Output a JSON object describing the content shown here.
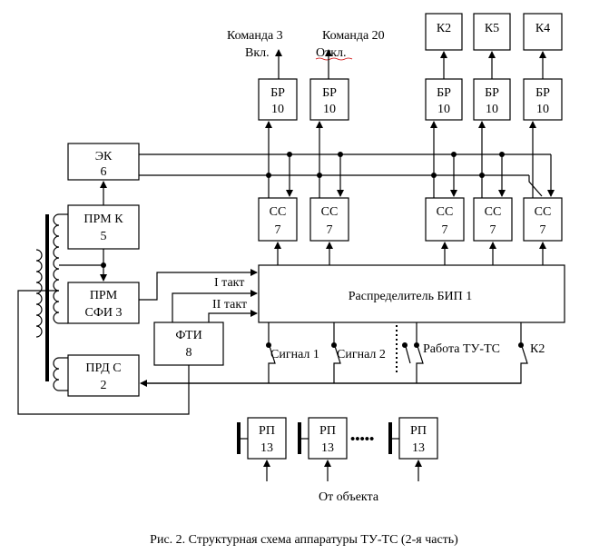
{
  "top_labels": {
    "cmd3_line1": "Команда 3",
    "cmd3_line2": "Вкл.",
    "cmd20_line1": "Команда 20",
    "cmd20_line2": "Откл."
  },
  "k_boxes": [
    "К2",
    "К5",
    "К4"
  ],
  "br": {
    "name": "БР",
    "num": "10"
  },
  "cc": {
    "name": "СС",
    "num": "7"
  },
  "ek": {
    "name": "ЭК",
    "num": "6"
  },
  "prm_k": {
    "name": "ПРМ К",
    "num": "5"
  },
  "prm_sfi": {
    "name": "ПРМ",
    "num": "СФИ 3"
  },
  "prd_c": {
    "name": "ПРД С",
    "num": "2"
  },
  "fti": {
    "name": "ФТИ",
    "num": "8"
  },
  "distributor": {
    "label": "Распределитель БИП 1"
  },
  "takt1": "I такт",
  "takt2": "II такт",
  "signals": {
    "s1": "Сигнал 1",
    "s2": "Сигнал 2",
    "work": "Работа ТУ-ТС",
    "k2": "К2"
  },
  "rp": {
    "name": "РП",
    "num": "13",
    "ellipsis": "•••••"
  },
  "from_object": "От объекта",
  "caption": "Рис. 2. Структурная схема аппаратуры ТУ-ТС (2-я часть)"
}
